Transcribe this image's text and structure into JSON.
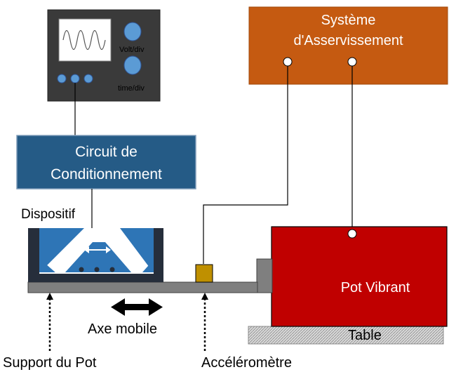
{
  "oscilloscope": {
    "knob1_label": "Volt/div",
    "knob2_label": "time/div"
  },
  "conditioning": {
    "line1": "Circuit de",
    "line2": "Conditionnement"
  },
  "servo": {
    "line1": "Système",
    "line2": "d'Asservissement"
  },
  "shaker": {
    "label": "Pot Vibrant"
  },
  "table": {
    "label": "Table"
  },
  "labels": {
    "device": "Dispositif",
    "mobile_axis": "Axe mobile",
    "support": "Support du Pot",
    "accelerometer": "Accéléromètre"
  },
  "colors": {
    "oscilloscope_body": "#3a3a3a",
    "conditioning_fill": "#255b86",
    "servo_fill": "#c55a11",
    "shaker_fill": "#c00000",
    "device_blue": "#2e75b6",
    "accelerometer": "#bf9000",
    "rail": "#7f7f7f"
  }
}
